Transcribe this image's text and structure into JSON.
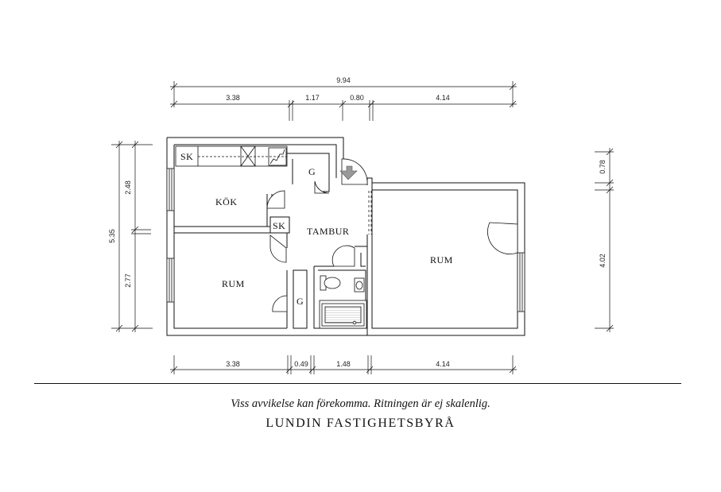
{
  "plan": {
    "rooms": {
      "kok": "KÖK",
      "sk_top": "SK",
      "sk_mid": "SK",
      "g_top": "G",
      "g_bottom": "G",
      "tambur": "TAMBUR",
      "rum_left": "RUM",
      "rum_right": "RUM"
    },
    "dimensions": {
      "top_total": "9.94",
      "top": [
        "3.38",
        "1.17",
        "0.80",
        "4.14"
      ],
      "bottom": [
        "3.38",
        "0.49",
        "1.48",
        "4.14"
      ],
      "left_total": "5.35",
      "left": [
        "2.48",
        "2.77"
      ],
      "right": [
        "0.78",
        "4.02"
      ]
    }
  },
  "footer": {
    "disclaimer": "Viss avvikelse kan förekomma. Ritningen är ej skalenlig.",
    "company": "LUNDIN FASTIGHETSBYRÅ"
  }
}
